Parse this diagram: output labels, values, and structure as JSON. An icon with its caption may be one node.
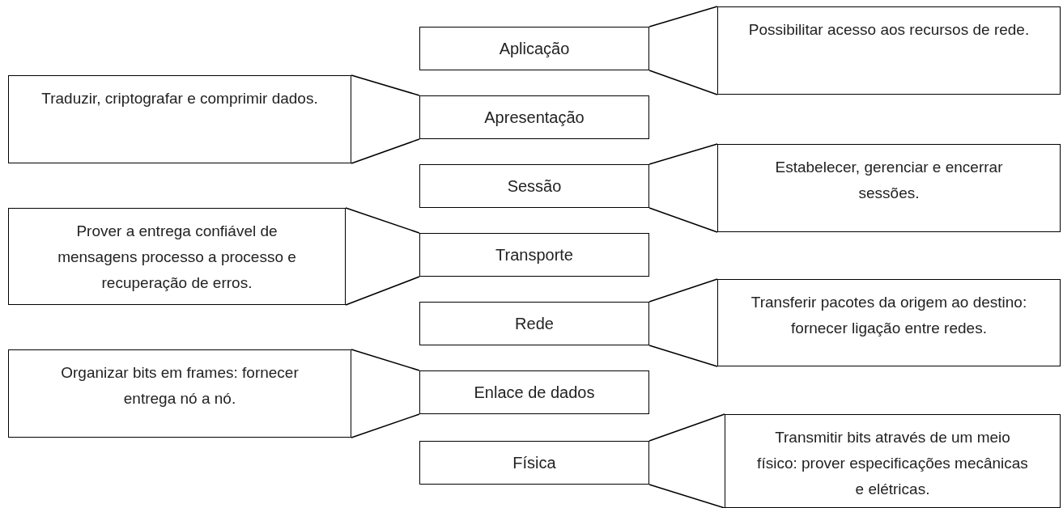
{
  "diagram": {
    "nodes": [
      {
        "text": [
          "Aplicação"
        ]
      },
      {
        "text": [
          "Possibilitar acesso aos recursos de rede."
        ]
      },
      {
        "text": [
          "Traduzir, criptografar e comprimir dados."
        ]
      },
      {
        "text": [
          "Apresentação"
        ]
      },
      {
        "text": [
          "Sessão"
        ]
      },
      {
        "text": [
          "Estabelecer, gerenciar e encerrar sessões."
        ]
      },
      {
        "text": [
          "Prover a entrega confiável de mensagens processo a processo e recuperação de erros."
        ]
      },
      {
        "text": [
          "Transporte"
        ]
      },
      {
        "text": [
          "Rede"
        ]
      },
      {
        "text": [
          "Transferir pacotes da origem ao destino: fornecer ligação entre redes."
        ]
      },
      {
        "text": [
          "Organizar bits em frames: fornecer entrega nó a nó."
        ]
      },
      {
        "text": [
          "Enlace de dados"
        ]
      },
      {
        "text": [
          "Física"
        ]
      },
      {
        "text": [
          "Transmitir bits através de um meio físico: prover especificações mecânicas e elétricas."
        ]
      }
    ],
    "edges": [
      {
        "from": 0,
        "to": 1,
        "arrow": "none"
      },
      {
        "from": 3,
        "to": 2,
        "arrow": "none"
      },
      {
        "from": 4,
        "to": 5,
        "arrow": "none"
      },
      {
        "from": 7,
        "to": 6,
        "arrow": "none"
      },
      {
        "from": 8,
        "to": 9,
        "arrow": "none"
      },
      {
        "from": 11,
        "to": 10,
        "arrow": "none"
      },
      {
        "from": 12,
        "to": 13,
        "arrow": "none"
      }
    ]
  }
}
